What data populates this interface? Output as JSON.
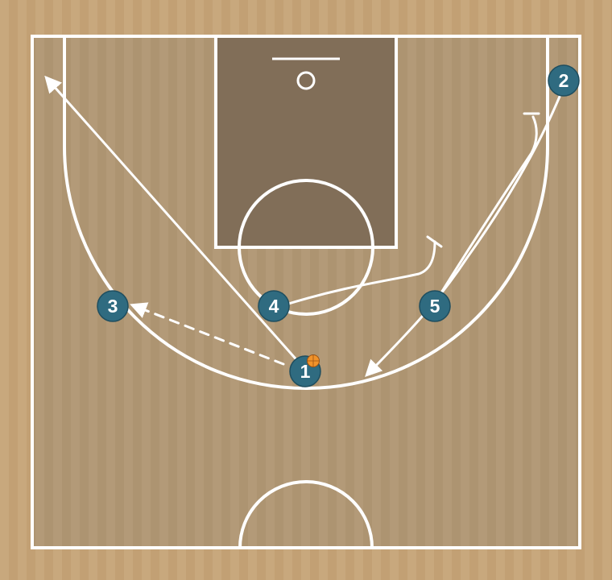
{
  "diagram": {
    "colors": {
      "wood_light": "#c9a77c",
      "wood_dark": "#b49b78",
      "paint": "#7d6b55",
      "lines": "#ffffff",
      "player_fill": "#2f6b80",
      "ball": "#f0932b"
    },
    "players": [
      {
        "id": "p1",
        "label": "1",
        "has_ball": true
      },
      {
        "id": "p2",
        "label": "2"
      },
      {
        "id": "p3",
        "label": "3"
      },
      {
        "id": "p4",
        "label": "4"
      },
      {
        "id": "p5",
        "label": "5"
      }
    ],
    "actions": [
      {
        "type": "cut",
        "from": "1",
        "direction": "corner"
      },
      {
        "type": "pass",
        "from": "1",
        "to": "3"
      },
      {
        "type": "screen",
        "from": "4"
      },
      {
        "type": "screen",
        "from": "5"
      },
      {
        "type": "cut",
        "from": "2",
        "direction": "top"
      }
    ]
  }
}
